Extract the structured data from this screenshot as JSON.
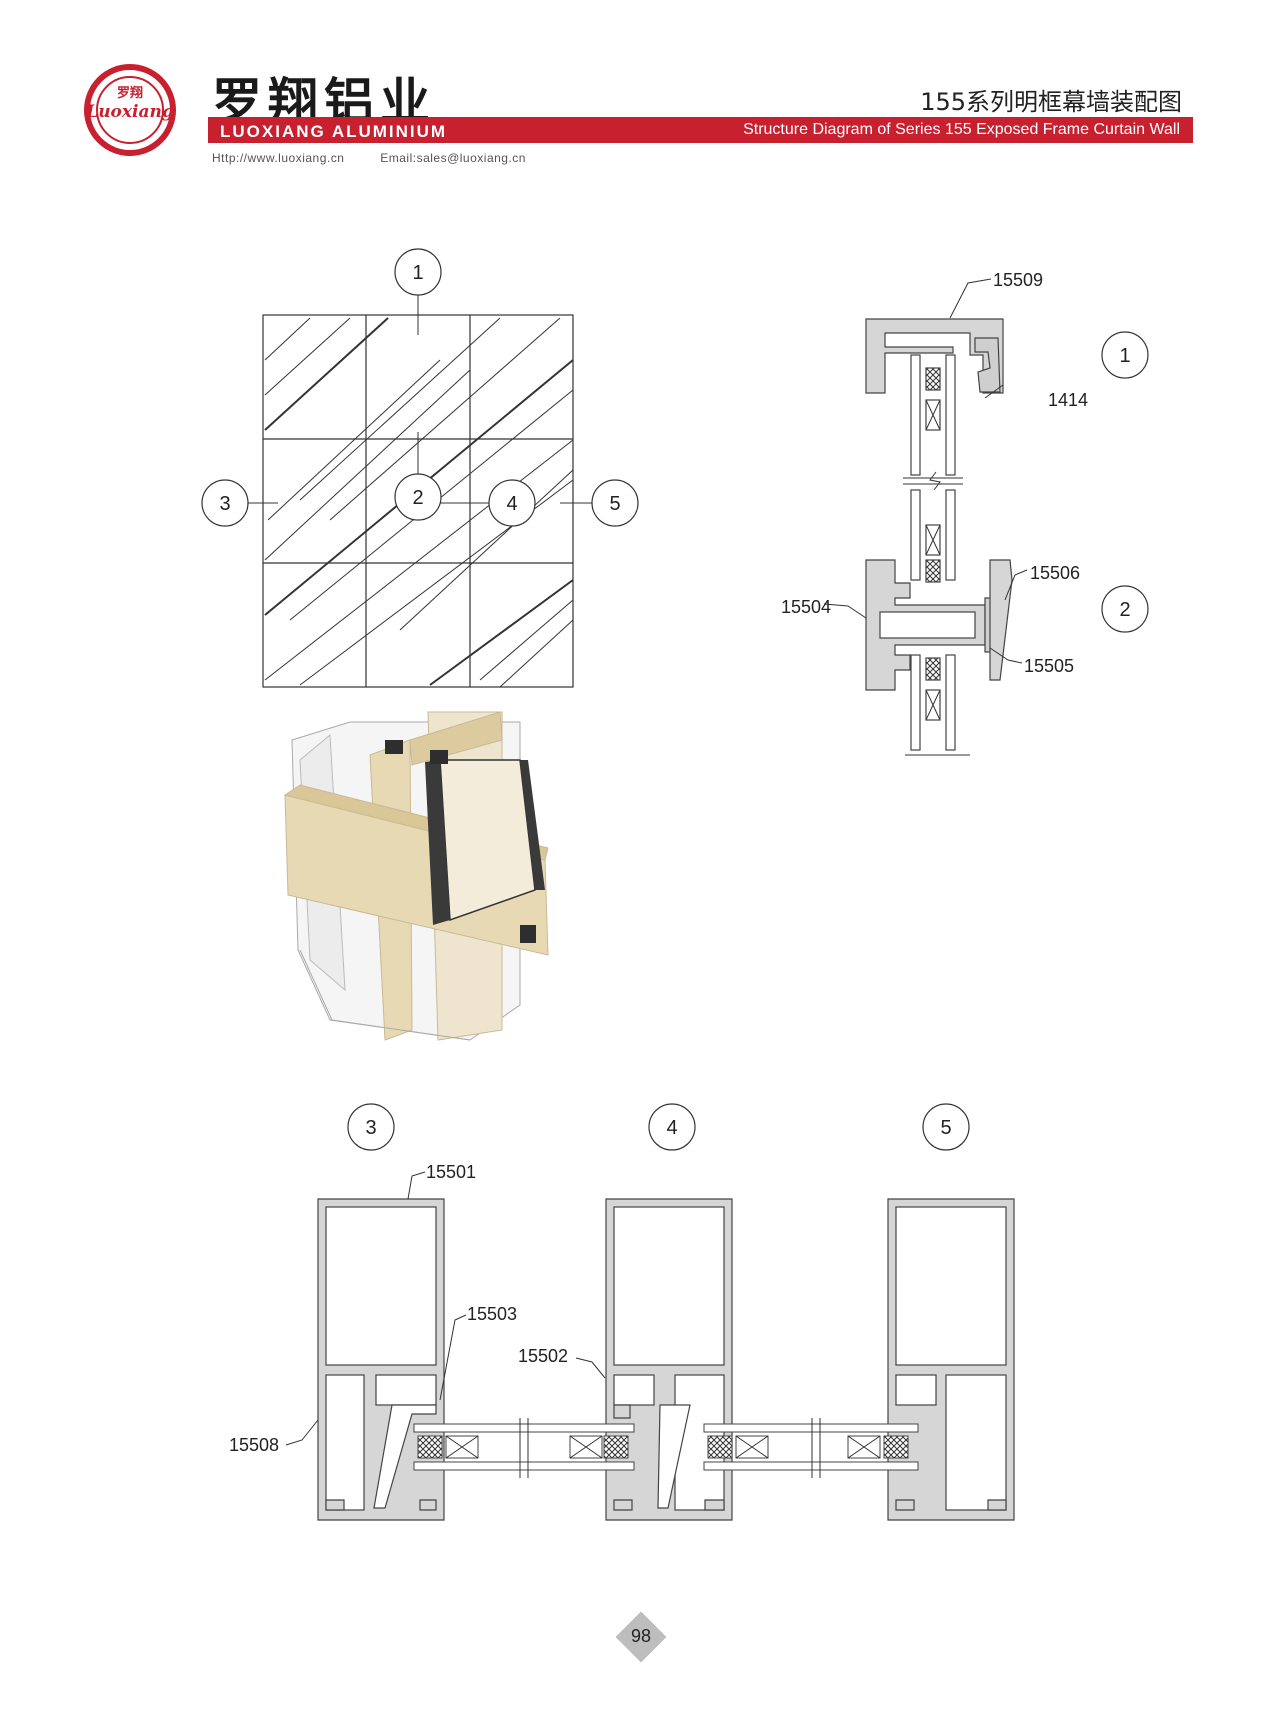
{
  "header": {
    "logo_cn": "罗翔",
    "logo_en": "Luoxiang",
    "brand_cn": "罗翔铝业",
    "brand_en": "LUOXIANG ALUMINIUM",
    "title_cn": "155系列明框幕墙装配图",
    "title_en": "Structure Diagram of Series 155 Exposed Frame Curtain Wall",
    "website": "Http://www.luoxiang.cn",
    "email": "Email:sales@luoxiang.cn"
  },
  "elevation": {
    "callouts": [
      "1",
      "2",
      "3",
      "4",
      "5"
    ]
  },
  "section_vertical": {
    "callouts": [
      "1",
      "2"
    ],
    "parts": [
      "15509",
      "1414",
      "15506",
      "15504",
      "15505"
    ]
  },
  "section_horizontal": {
    "callouts": [
      "3",
      "4",
      "5"
    ],
    "parts": [
      "15501",
      "15503",
      "15502",
      "15508"
    ]
  },
  "colors": {
    "accent": "#c8202f",
    "profile_fill": "#d6d6d6",
    "profile_stroke": "#444444",
    "aluminium_finish": "#e8d9b5"
  },
  "page_number": "98"
}
